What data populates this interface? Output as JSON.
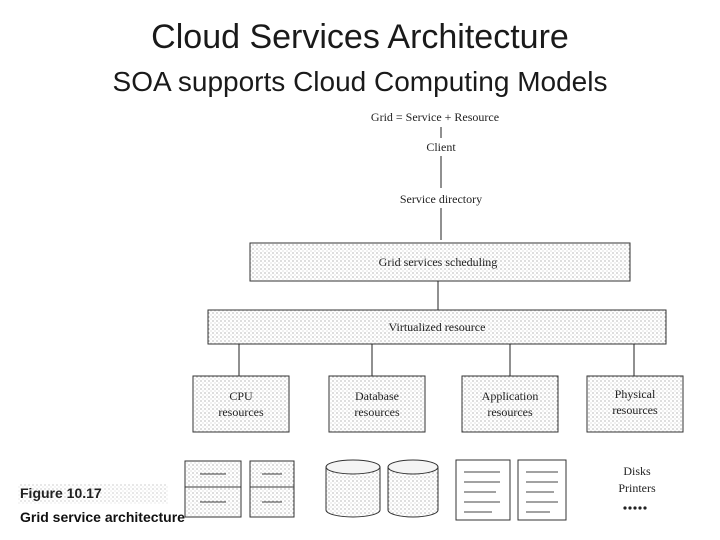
{
  "title": "Cloud Services Architecture",
  "subtitle": "SOA supports Cloud Computing Models",
  "diagram": {
    "equation": "Grid = Service + Resource",
    "client": "Client",
    "service_directory": "Service directory",
    "grid_scheduling": "Grid services scheduling",
    "virtualized": "Virtualized resource",
    "resources": [
      {
        "line1": "CPU",
        "line2": "resources"
      },
      {
        "line1": "Database",
        "line2": "resources"
      },
      {
        "line1": "Application",
        "line2": "resources"
      },
      {
        "line1": "Physical",
        "line2": "resources"
      }
    ],
    "disks": "Disks",
    "printers": "Printers",
    "figure_label": "Figure 10.17",
    "figure_caption": "Grid service architecture"
  }
}
